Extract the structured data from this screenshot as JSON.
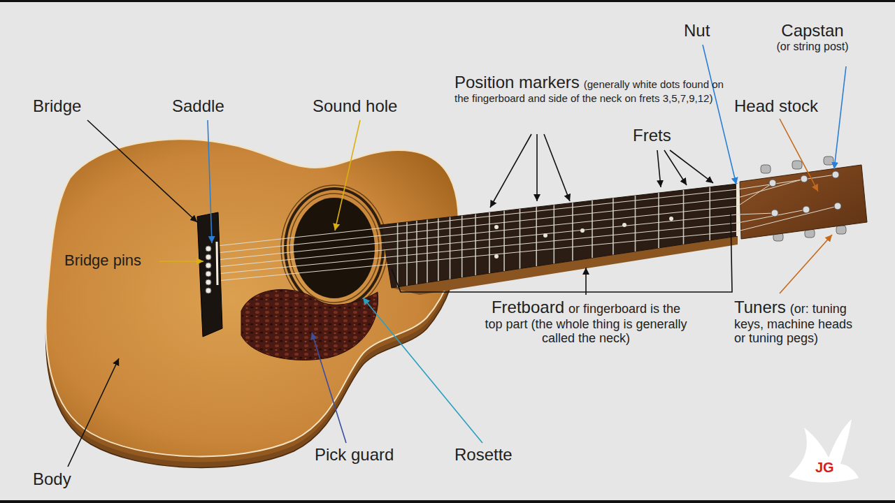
{
  "diagram": {
    "labels": [
      "Nut",
      "Capstan",
      "(or string post)",
      "Position markers",
      "(generally white dots found on the fingerboard and side of the neck on frets 3,5,7,9,12)",
      "Bridge",
      "Saddle",
      "Sound hole",
      "Head stock",
      "Frets",
      "Bridge pins",
      "Fretboard",
      "or fingerboard is the top part (the whole thing is generally called the neck)",
      "Tuners",
      "(or: tuning keys, machine heads or tuning pegs)",
      "Pick guard",
      "Rosette",
      "Body",
      "JG"
    ]
  }
}
